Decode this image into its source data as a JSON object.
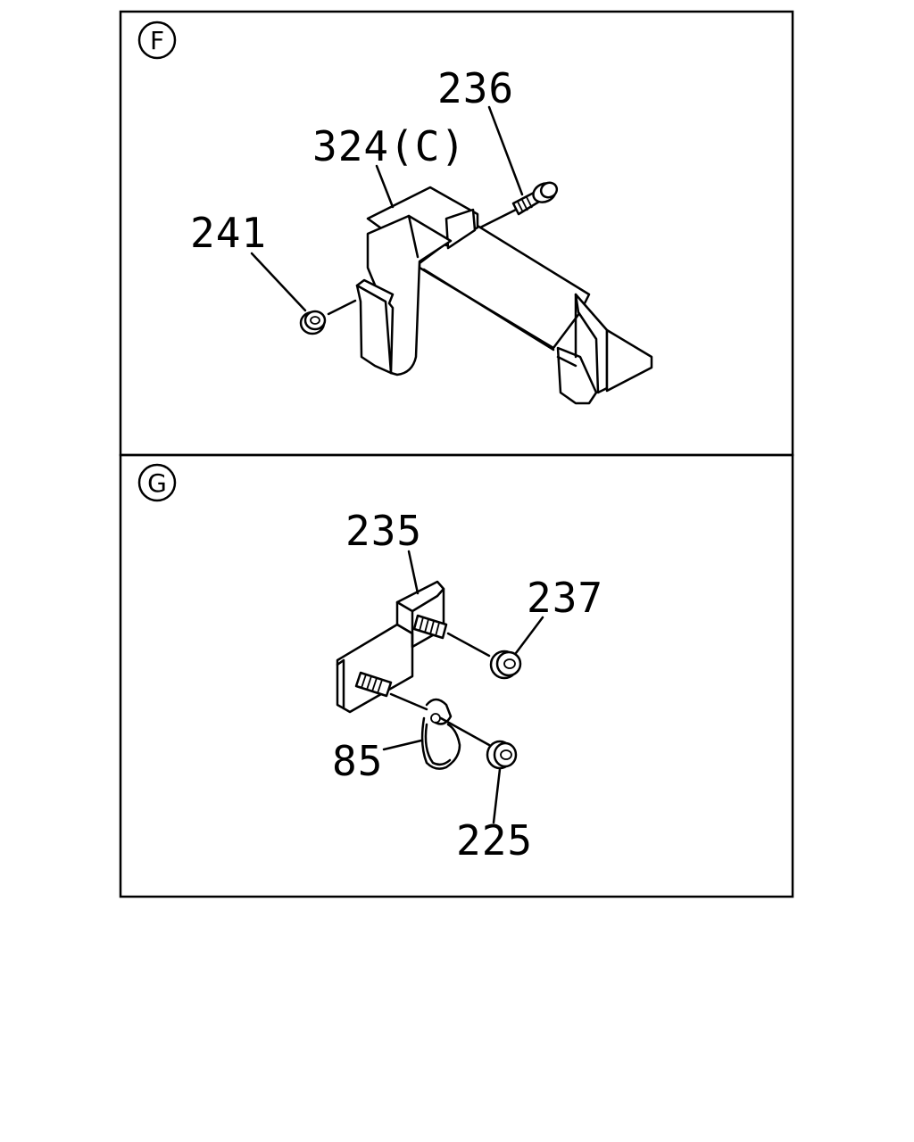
{
  "panels": [
    {
      "id": "F",
      "parts": [
        "324(C)",
        "236",
        "241"
      ]
    },
    {
      "id": "G",
      "parts": [
        "235",
        "237",
        "85",
        "225"
      ]
    }
  ]
}
